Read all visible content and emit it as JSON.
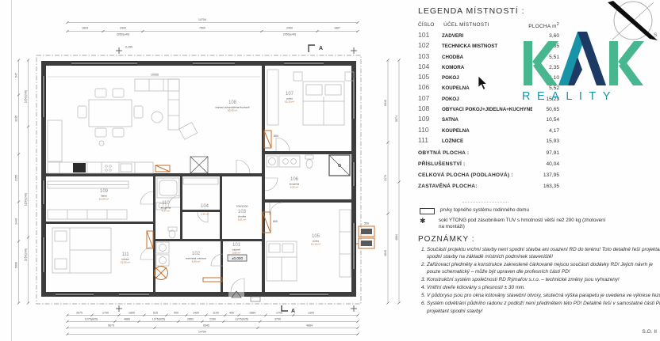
{
  "meta": {
    "sheet_code": "S.O. II"
  },
  "colors": {
    "accent_orange": "#c4702f",
    "logo_green": "#48b68e",
    "logo_teal": "#1794a8",
    "logo_navy": "#1d3a64",
    "line_dark": "#3d3d3d"
  },
  "legend": {
    "title": "LEGENDA MÍSTNOSTÍ :",
    "col_num": "ČÍSLO",
    "col_name": "ÚČEL MÍSTNOSTI",
    "col_area": "PLOCHA m",
    "col_area_sup": "2",
    "rooms": [
      {
        "num": "101",
        "name": "ZÁDVEŘÍ",
        "area": "3,60"
      },
      {
        "num": "102",
        "name": "TECHNICKÁ MÍSTNOST",
        "area": "8,35"
      },
      {
        "num": "103",
        "name": "CHODBA",
        "area": "5,51"
      },
      {
        "num": "104",
        "name": "KOMORA",
        "area": "2,35"
      },
      {
        "num": "105",
        "name": "POKOJ",
        "area": "16,10"
      },
      {
        "num": "106",
        "name": "KOUPELNA",
        "area": "5,52"
      },
      {
        "num": "107",
        "name": "POKOJ",
        "area": "15,23"
      },
      {
        "num": "108",
        "name": "OBÝVACÍ POKOJ+JÍDELNA+KUCHYNĚ",
        "area": "50,65"
      },
      {
        "num": "109",
        "name": "ŠATNA",
        "area": "10,54"
      },
      {
        "num": "110",
        "name": "KOUPELNA",
        "area": "4,17"
      },
      {
        "num": "111",
        "name": "LOŽNICE",
        "area": "15,93"
      }
    ]
  },
  "summary": {
    "rows": [
      {
        "label": "OBYTNÁ PLOCHA :",
        "value": "97,91"
      },
      {
        "label": "PŘÍSLUŠENSTVÍ :",
        "value": "40,04"
      },
      {
        "label": "CELKOVÁ PLOCHA (PODLAHOVÁ) :",
        "value": "137,95"
      },
      {
        "label": "ZASTAVĚNÁ PLOCHA:",
        "value": "163,35"
      }
    ]
  },
  "symbols": [
    {
      "label": "prvky topného systému rodinného domu"
    },
    {
      "label": "sokl YTONG pod zásobníkem TUV s hmotností větší než 200 kg (zhotovení na montáži)"
    }
  ],
  "notes": {
    "title": "POZNÁMKY :",
    "items": [
      "Součástí projektu vrchní stavby není spodní stavba ani osazení RD do terénu! Toto detailně řeší projektant spodní stavby na základě místních podmínek staveniště!",
      "Zařizovací předměty a konstrukce zakreslené čárkovaně nejsou součástí dodávky RD! Jejich návrh je pouze schematický – může být upraven dle profesních částí PD!",
      "Konstrukční systém společnosti RD Rýmařov s.r.o. – technické změny jsou vyhrazeny!",
      "Vnitřní dveře kótovány s přesností ± 30 mm.",
      "V půdorysu jsou pro okna kótovány stavební otvory, skutečná výška parapetu je uvedena ve výkrese řezu.",
      "Systém odvětrání půdního radonu z podloží není předmětem této PD! Detailně řeší v samostatné části PD projektant spodní stavby!"
    ]
  },
  "logo": {
    "text": "REALITY"
  },
  "compass": {
    "label": "S"
  },
  "plan": {
    "section": "A",
    "rooms": [
      {
        "num": "101",
        "name": "zádveří",
        "area": "3,60 m²"
      },
      {
        "num": "102",
        "name": "technická místnost",
        "area": "8,35 m²"
      },
      {
        "num": "103",
        "name": "chodba",
        "area": "5,51 m²"
      },
      {
        "num": "104",
        "name": "komora",
        "area": "2,35 m²"
      },
      {
        "num": "105",
        "name": "pokoj",
        "area": "16,10 m²"
      },
      {
        "num": "106",
        "name": "koupelna",
        "area": "5,52 m²"
      },
      {
        "num": "107",
        "name": "pokoj",
        "area": "15,23 m²"
      },
      {
        "num": "108",
        "name": "obývací pokoj+jídelna+kuchyně",
        "area": "50,65 m²"
      },
      {
        "num": "109",
        "name": "šatna",
        "area": "10,54 m²"
      },
      {
        "num": "110",
        "name": "koupelna",
        "area": "4,17 m²"
      },
      {
        "num": "111",
        "name": "ložnice",
        "area": "15,93 m²"
      }
    ],
    "dims": {
      "top_total": "14754",
      "top": [
        "1803",
        "2400",
        "7500",
        "2400",
        "1867"
      ],
      "top_sub": [
        "2950(±40)",
        "2950(±40)"
      ],
      "interior": "10065",
      "left": [
        "547",
        "3235",
        "2155",
        "1440",
        "5090"
      ],
      "left2": [
        "1150(240)",
        "1150(240)",
        "1150(240)"
      ],
      "right": [
        "6045",
        "2170",
        "4845"
      ],
      "right2": [
        "5074",
        "4884"
      ],
      "bottom1": [
        "3075",
        "1700",
        "1800",
        "615",
        "900",
        "1400",
        "1100",
        "450",
        "1684",
        "1700",
        "1300"
      ],
      "bottom2": [
        "1275(825)",
        "4880",
        "1275(925)",
        "2862",
        "2160",
        "1275(925)",
        "3790"
      ],
      "bottom3": [
        "5675",
        "6545",
        "4884"
      ],
      "bottom_total": "14754",
      "level": "-0,150",
      "unit": "550",
      "rad1": "800",
      "rad2": "800",
      "door": "700/1200",
      "elev": "±0,000"
    }
  }
}
